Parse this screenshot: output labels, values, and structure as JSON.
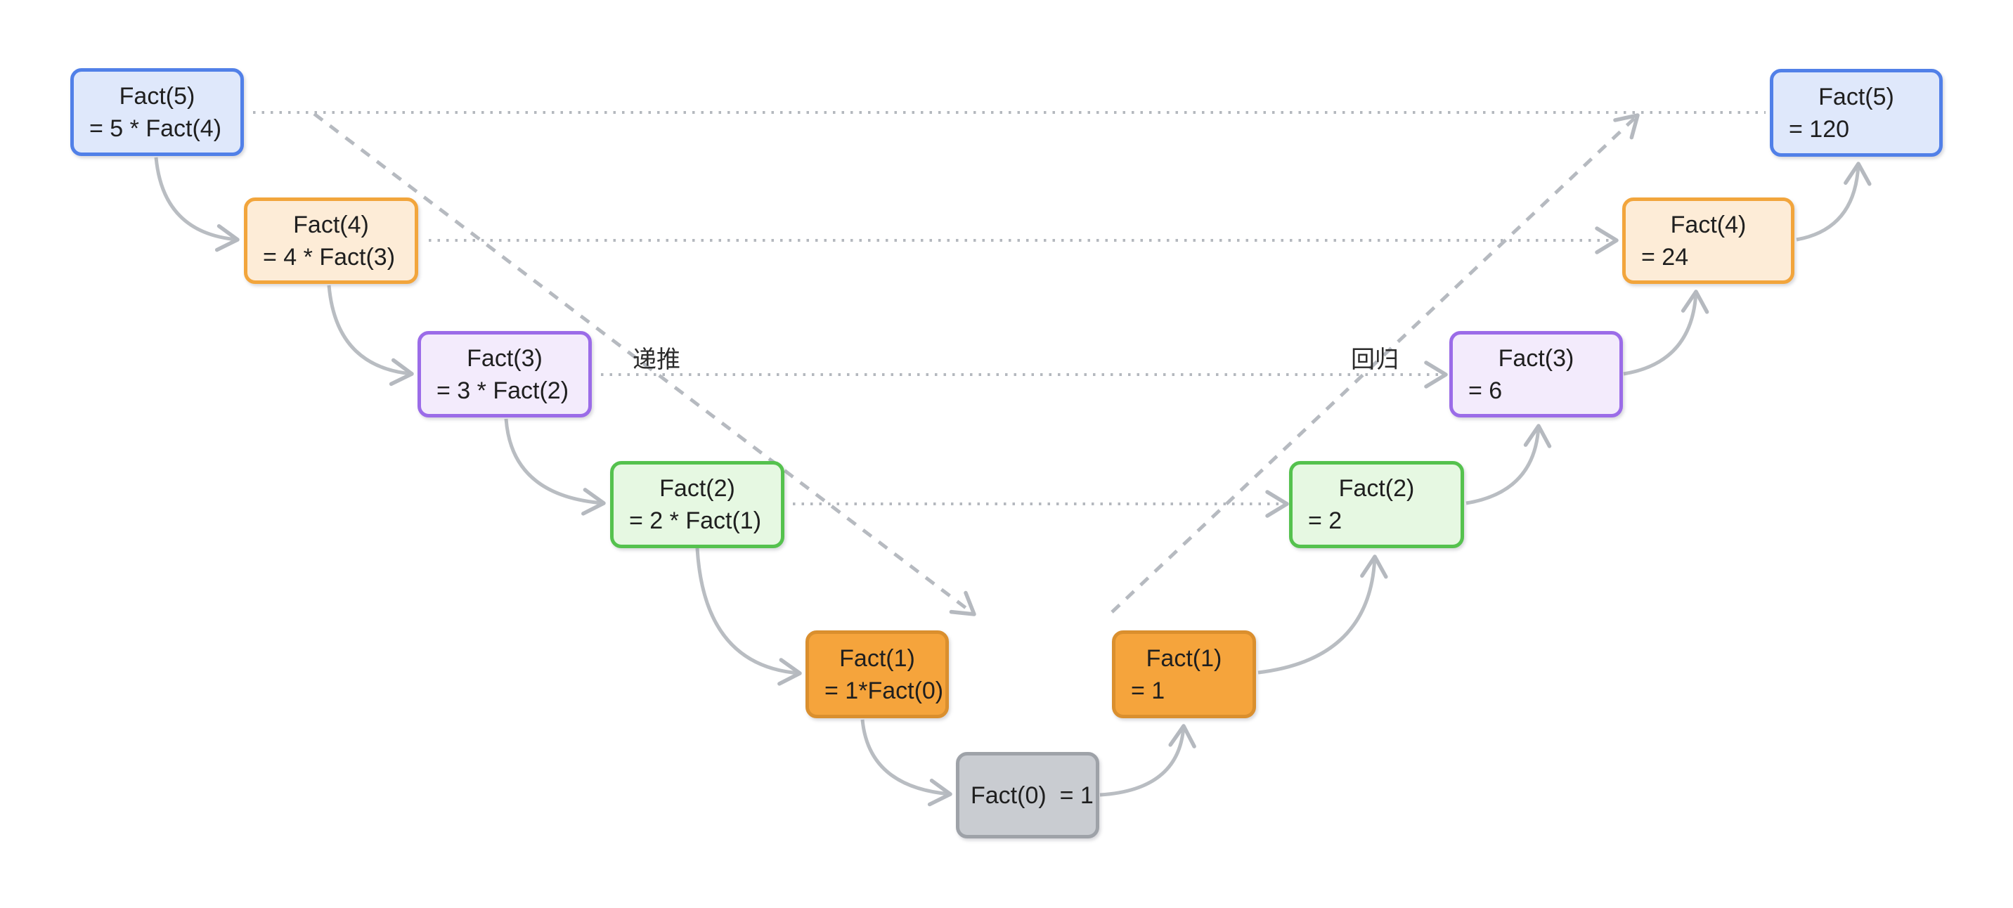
{
  "diagram": {
    "description_labels": {
      "descend": "递推",
      "ascend": "回归"
    },
    "nodes": [
      {
        "id": "call-5",
        "line1": "Fact(5)",
        "line2": "= 5 * Fact(4)",
        "color": "blue"
      },
      {
        "id": "call-4",
        "line1": "Fact(4)",
        "line2": "= 4 * Fact(3)",
        "color": "peach"
      },
      {
        "id": "call-3",
        "line1": "Fact(3)",
        "line2": "= 3 * Fact(2)",
        "color": "purple"
      },
      {
        "id": "call-2",
        "line1": "Fact(2)",
        "line2": "= 2 * Fact(1)",
        "color": "green"
      },
      {
        "id": "call-1",
        "line1": "Fact(1)",
        "line2": "= 1*Fact(0)",
        "color": "orange"
      },
      {
        "id": "base-0",
        "line1": "Fact(0)  = 1",
        "line2": "",
        "color": "gray"
      },
      {
        "id": "ret-1",
        "line1": "Fact(1)",
        "line2": "= 1",
        "color": "orange"
      },
      {
        "id": "ret-2",
        "line1": "Fact(2)",
        "line2": "= 2",
        "color": "green"
      },
      {
        "id": "ret-3",
        "line1": "Fact(3)",
        "line2": "= 6",
        "color": "purple"
      },
      {
        "id": "ret-4",
        "line1": "Fact(4)",
        "line2": "= 24",
        "color": "peach"
      },
      {
        "id": "ret-5",
        "line1": "Fact(5)",
        "line2": "= 120",
        "color": "blue"
      }
    ],
    "palette": {
      "blue_border": "#5180e8",
      "blue_fill": "#dfe8fb",
      "peach_border": "#f2a53c",
      "peach_fill": "#fdecd7",
      "purple_border": "#9b6ce8",
      "purple_fill": "#f3ebfc",
      "green_border": "#55c24e",
      "green_fill": "#e6f8e2",
      "orange_border": "#da8f2e",
      "orange_fill": "#f5a43c",
      "gray_border": "#9ea2a8",
      "gray_fill": "#c9ccd1",
      "connector_gray": "#b6bac0",
      "text": "#1f1f1f",
      "background": "#ffffff"
    }
  }
}
